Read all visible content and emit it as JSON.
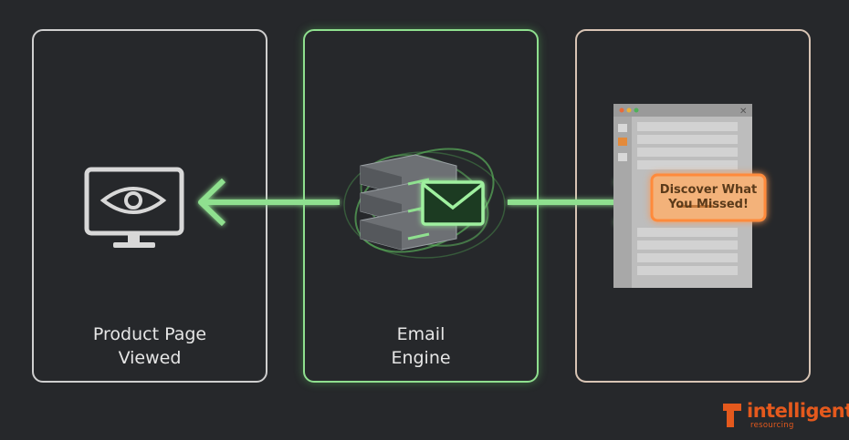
{
  "panels": {
    "left": {
      "label_line1": "Product Page",
      "label_line2": "Viewed"
    },
    "middle": {
      "label_line1": "Email",
      "label_line2": "Engine"
    },
    "right": {
      "popup_line1": "Discover What",
      "popup_line2": "You Missed!"
    }
  },
  "icons": {
    "left": "monitor-eye-icon",
    "middle": "server-envelope-icon",
    "right": "email-client-window-icon"
  },
  "colors": {
    "background": "#26282b",
    "accent_green": "#8fe08f",
    "accent_orange": "#f08a3a",
    "brand_orange": "#e4591d"
  },
  "brand": {
    "name": "intelligent",
    "sub": "resourcing"
  }
}
